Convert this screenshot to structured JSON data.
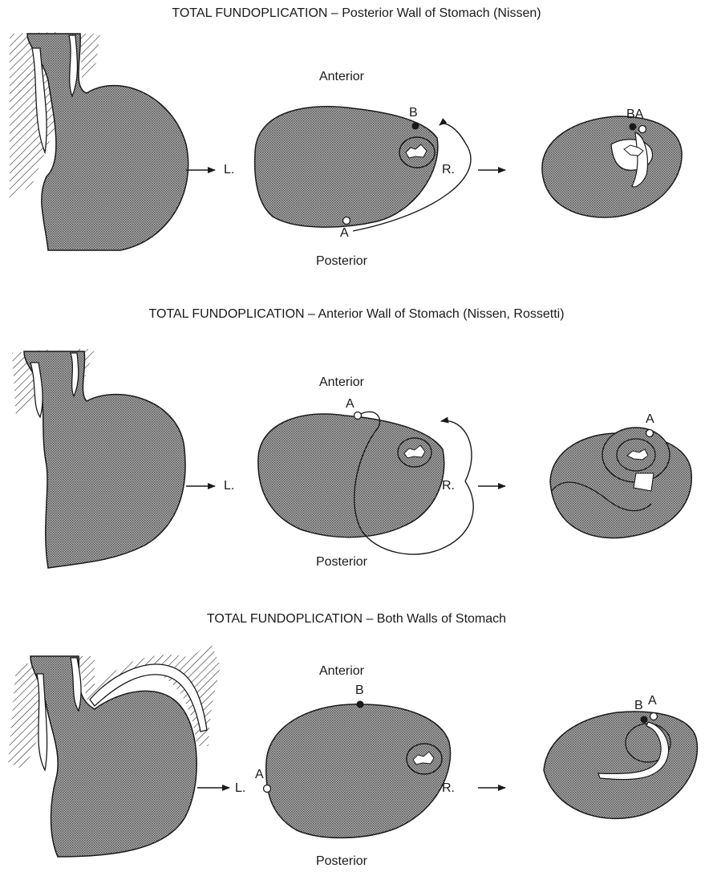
{
  "panels": [
    {
      "title": "TOTAL FUNDOPLICATION – Posterior Wall of Stomach (Nissen)",
      "anterior": "Anterior",
      "posterior": "Posterior",
      "left": "L.",
      "right": "R.",
      "point_a": "A",
      "point_b": "B",
      "result_label": "BA"
    },
    {
      "title": "TOTAL FUNDOPLICATION – Anterior Wall of Stomach (Nissen, Rossetti)",
      "anterior": "Anterior",
      "posterior": "Posterior",
      "left": "L.",
      "right": "R.",
      "point_a": "A",
      "result_a": "A"
    },
    {
      "title": "TOTAL FUNDOPLICATION – Both Walls of Stomach",
      "anterior": "Anterior",
      "posterior": "Posterior",
      "left": "L.",
      "right": "R.",
      "point_a": "A",
      "point_b": "B",
      "result_b": "B",
      "result_a": "A"
    }
  ],
  "colors": {
    "ink": "#1a1a1a",
    "fill_dot": "#6f6f6f",
    "background": "#ffffff"
  }
}
